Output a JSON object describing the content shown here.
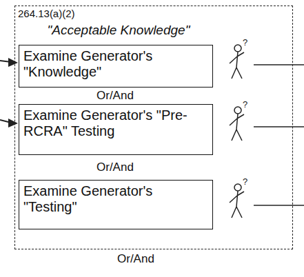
{
  "diagram": {
    "nodes": [
      {
        "text": [
          "264.13(a)(2)",
          "\"Acceptable Knowledge\""
        ]
      },
      {
        "text": [
          "Examine Generator's \"Knowledge\""
        ],
        "in": 0
      },
      {
        "text": [
          "Examine Generator's \"Pre-RCRA\" Testing"
        ],
        "in": 0
      },
      {
        "text": [
          "Examine Generator's \"Testing\""
        ],
        "in": 0
      }
    ],
    "labels": [
      "Or/And",
      "Or/And",
      "Or/And"
    ]
  }
}
